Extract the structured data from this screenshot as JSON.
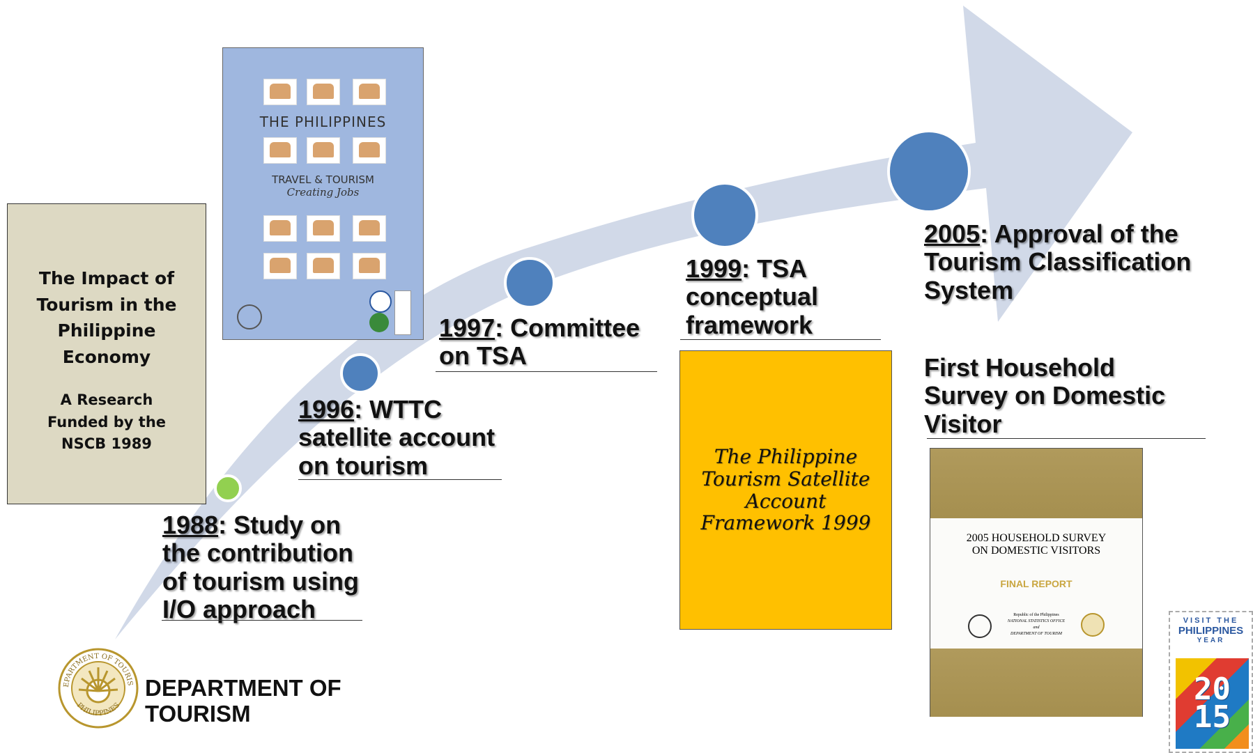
{
  "milestones": [
    {
      "year": "1988",
      "text": ": Study on the contribution of tourism using I/O approach"
    },
    {
      "year": "1996",
      "text": ":  WTTC satellite account on tourism"
    },
    {
      "year": "1997",
      "text": ":  Committee on TSA"
    },
    {
      "year": "1999",
      "text": ":  TSA conceptual framework"
    },
    {
      "year": "2005",
      "text": ":  Approval of the Tourism Classification System"
    }
  ],
  "household_survey_label": "First Household Survey on Domestic Visitor",
  "impact_box": {
    "title": "The Impact of Tourism in the Philippine Economy",
    "subtitle": "A Research Funded by the NSCB 1989"
  },
  "wttc_cover": {
    "title": "THE PHILIPPINES",
    "line1": "TRAVEL & TOURISM",
    "line2": "Creating Jobs"
  },
  "tsa_framework_box": {
    "text": "The Philippine Tourism Satellite Account Framework 1999"
  },
  "survey_report_cover": {
    "title_line1": "2005 HOUSEHOLD SURVEY",
    "title_line2": "ON DOMESTIC VISITORS",
    "subtitle": "FINAL REPORT",
    "publisher_line1": "Republic of the Philippines",
    "publisher_line2": "NATIONAL STATISTICS OFFICE",
    "publisher_line3": "and",
    "publisher_line4": "DEPARTMENT OF TOURISM"
  },
  "department": {
    "name": "DEPARTMENT OF TOURISM",
    "seal_top": "DEPARTMENT OF TOURISM",
    "seal_bottom": "PHILIPPINES"
  },
  "stamp": {
    "line1": "VISIT THE",
    "line2": "PHILIPPINES",
    "line3": "YEAR",
    "year": "2015"
  },
  "colors": {
    "arrow": "#d1d9e8",
    "dot": "#4f81bd",
    "first_dot": "#92d050",
    "framework_box": "#ffc000",
    "impact_box": "#ddd9c3"
  }
}
